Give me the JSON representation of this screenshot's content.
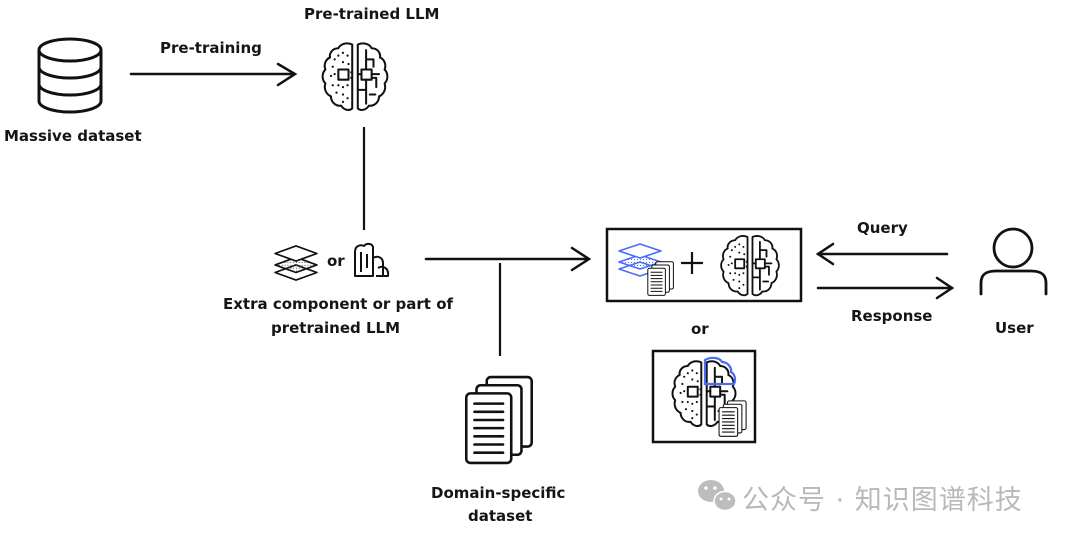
{
  "diagram": {
    "nodes": {
      "massive_dataset": {
        "label": "Massive dataset",
        "icon": "database-icon"
      },
      "pretrained_llm": {
        "label": "Pre-trained LLM",
        "icon": "brain-chip-icon"
      },
      "extra_component": {
        "label_line1": "Extra component or part of",
        "label_line2": "pretrained LLM",
        "or_text": "or",
        "icons": [
          "layers-icon",
          "brain-part-icon"
        ]
      },
      "domain_dataset": {
        "label_line1": "Domain-specific",
        "label_line2": "dataset",
        "icon": "documents-icon"
      },
      "combined_model": {
        "plus": "+",
        "or_text": "or",
        "icons": [
          "layers-documents-icon",
          "brain-chip-icon",
          "brain-documents-icon"
        ]
      },
      "user": {
        "label": "User",
        "icon": "user-icon"
      }
    },
    "edges": {
      "pretraining": {
        "label": "Pre-training"
      },
      "query": {
        "label": "Query"
      },
      "response": {
        "label": "Response"
      }
    },
    "colors": {
      "stroke": "#111111",
      "accent": "#4a6cf7",
      "watermark": "#b9b9b9"
    }
  },
  "watermark": {
    "text": "公众号 · 知识图谱科技",
    "icon": "wechat-icon"
  }
}
